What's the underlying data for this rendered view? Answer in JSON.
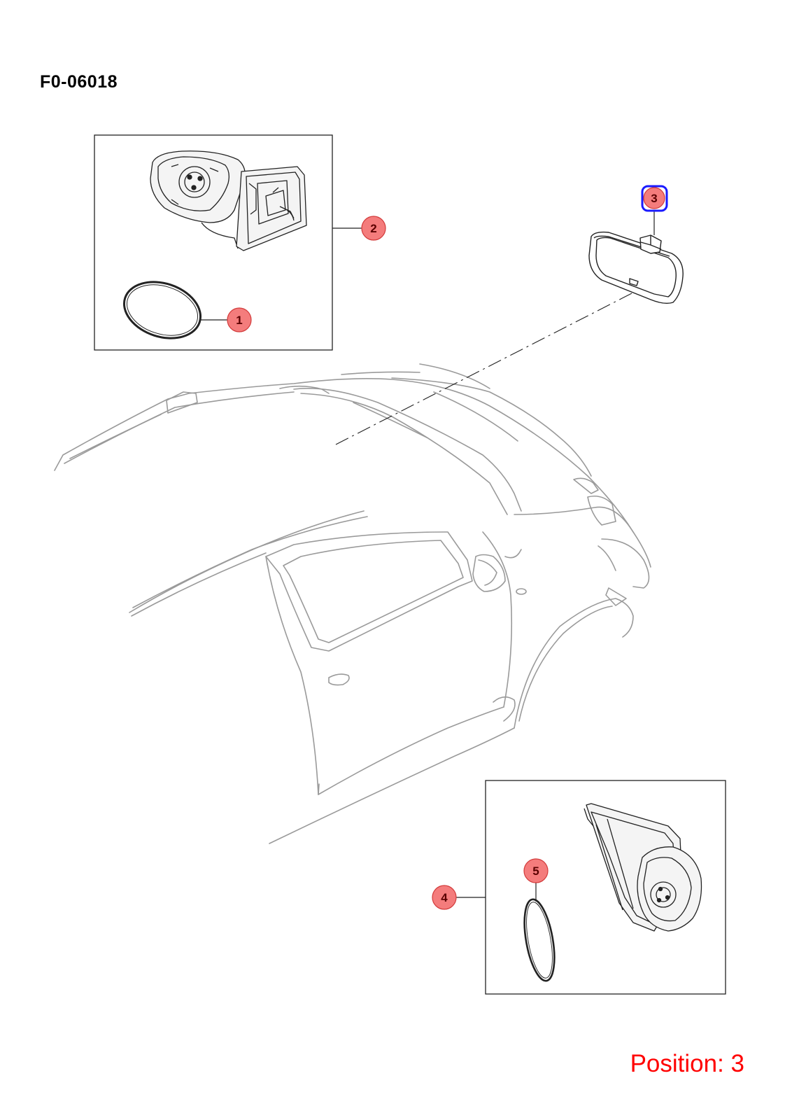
{
  "diagram": {
    "code": "F0-06018",
    "position_label": "Position: 3",
    "selected_callout": "3"
  },
  "callouts": [
    {
      "id": "callout-1",
      "label": "1"
    },
    {
      "id": "callout-2",
      "label": "2"
    },
    {
      "id": "callout-3",
      "label": "3"
    },
    {
      "id": "callout-4",
      "label": "4"
    },
    {
      "id": "callout-5",
      "label": "5"
    }
  ],
  "colors": {
    "callout_fill": "#f47c7c",
    "callout_stroke": "#d23a3a",
    "callout_text": "#5a0000",
    "selected_ring": "#1a1aff",
    "position_text": "#ff0000",
    "car_line": "#9a9a9a",
    "part_line": "#222222"
  },
  "icons": {
    "left-mirror-assembly": "exterior-mirror-housing-icon",
    "left-mirror-glass": "mirror-glass-icon",
    "interior-mirror": "rear-view-mirror-icon",
    "right-mirror-assembly": "exterior-mirror-housing-icon",
    "right-mirror-glass": "mirror-glass-icon"
  }
}
